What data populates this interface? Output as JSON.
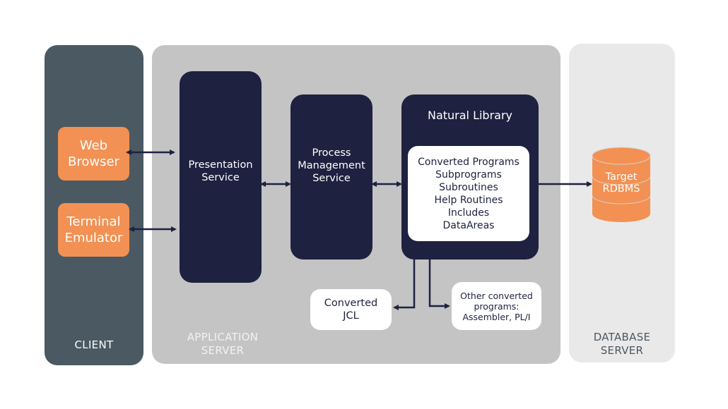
{
  "colors": {
    "client_panel": "#4b5962",
    "app_panel": "#c4c4c4",
    "db_panel": "#e9e9e9",
    "orange": "#f29153",
    "navy": "#1e2140",
    "white": "#ffffff"
  },
  "panels": {
    "client": {
      "label": "CLIENT"
    },
    "app_server": {
      "label_line1": "APPLICATION",
      "label_line2": "SERVER"
    },
    "db_server": {
      "label_line1": "DATABASE",
      "label_line2": "SERVER"
    }
  },
  "client_nodes": {
    "web_browser": {
      "line1": "Web",
      "line2": "Browser"
    },
    "terminal_emulator": {
      "line1": "Terminal",
      "line2": "Emulator"
    }
  },
  "services": {
    "presentation": {
      "line1": "Presentation",
      "line2": "Service"
    },
    "process_management": {
      "line1": "Process",
      "line2": "Management",
      "line3": "Service"
    }
  },
  "natural_library": {
    "title": "Natural Library",
    "items": [
      "Converted Programs",
      "Subprograms",
      "Subroutines",
      "Help Routines",
      "Includes",
      "DataAreas"
    ]
  },
  "converted_jcl": {
    "line1": "Converted",
    "line2": "JCL"
  },
  "other_programs": {
    "line1": "Other converted",
    "line2": "programs:",
    "line3": "Assembler, PL/I"
  },
  "database": {
    "line1": "Target",
    "line2": "RDBMS",
    "icon": "database-cylinder-icon"
  },
  "connections": [
    {
      "from": "Web Browser",
      "to": "Presentation Service",
      "type": "bidirectional"
    },
    {
      "from": "Terminal Emulator",
      "to": "Presentation Service",
      "type": "bidirectional"
    },
    {
      "from": "Presentation Service",
      "to": "Process Management Service",
      "type": "bidirectional"
    },
    {
      "from": "Process Management Service",
      "to": "Natural Library",
      "type": "bidirectional"
    },
    {
      "from": "Natural Library",
      "to": "Target RDBMS",
      "type": "directed"
    },
    {
      "from": "Natural Library",
      "to": "Converted JCL",
      "type": "directed"
    },
    {
      "from": "Natural Library",
      "to": "Other converted programs",
      "type": "directed"
    }
  ]
}
